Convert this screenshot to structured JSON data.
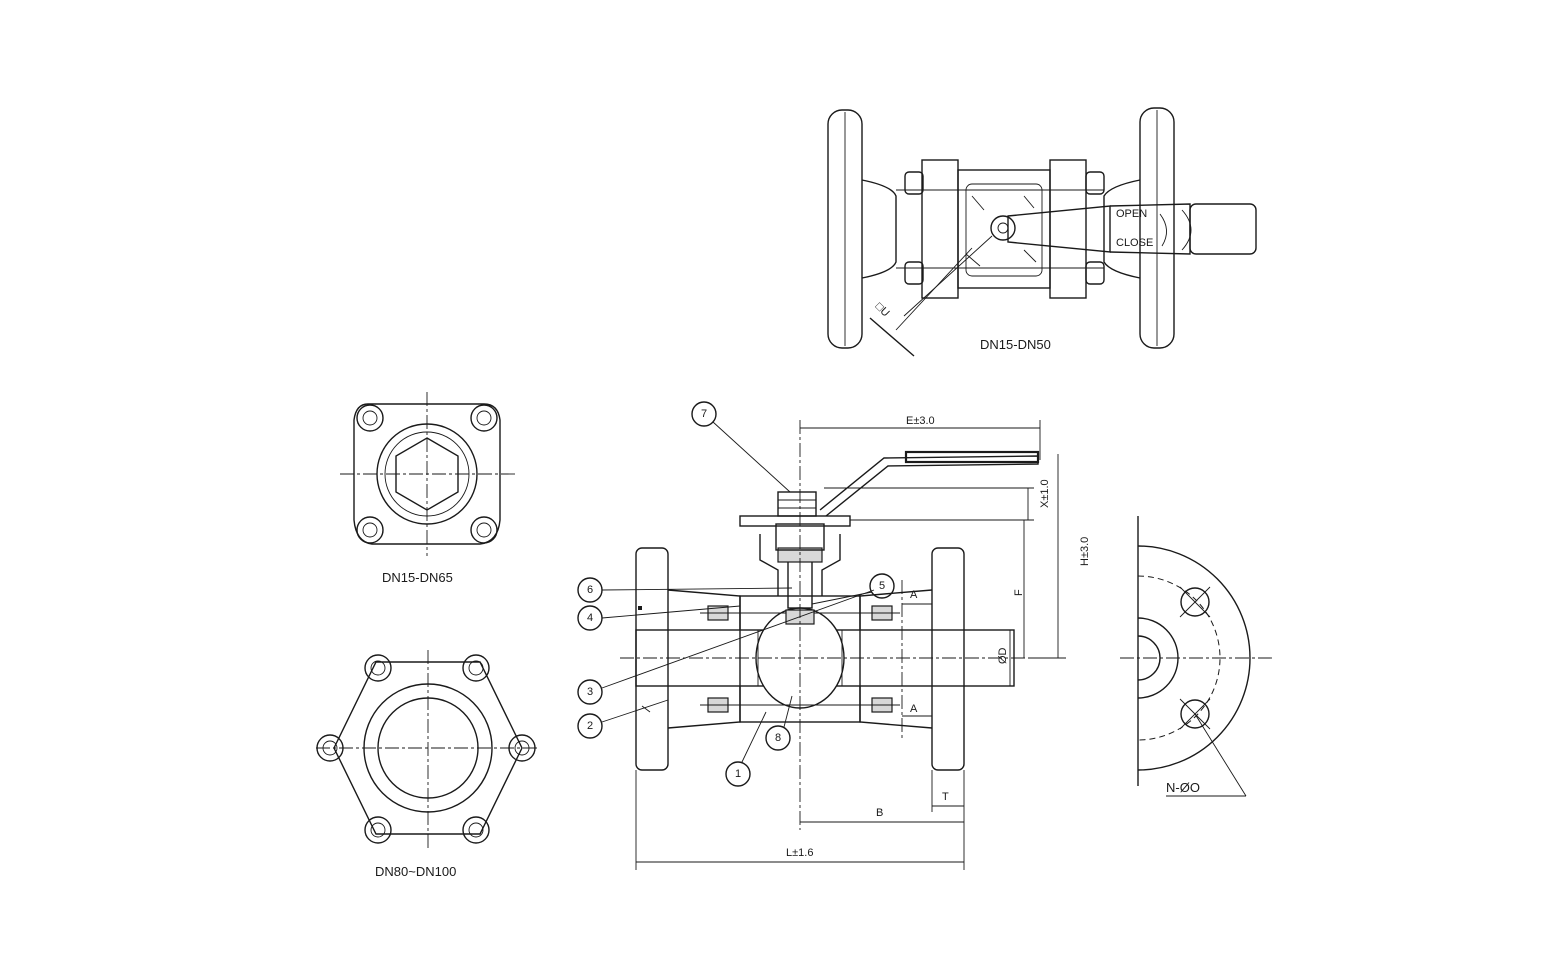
{
  "views": {
    "top_view_label": "DN15-DN50",
    "front_small_label": "DN15-DN65",
    "front_large_label": "DN80~DN100",
    "handle_open": "OPEN",
    "handle_close": "CLOSE",
    "square_symbol": "□U"
  },
  "dimensions": {
    "e": "E±3.0",
    "x": "X±1.0",
    "h": "H±3.0",
    "f": "F",
    "od": "ØD",
    "a_top": "A",
    "a_bottom": "A",
    "t": "T",
    "b": "B",
    "l": "L±1.6",
    "n_oo": "N-ØO"
  },
  "balloons": [
    "1",
    "2",
    "3",
    "4",
    "5",
    "6",
    "7",
    "8"
  ]
}
